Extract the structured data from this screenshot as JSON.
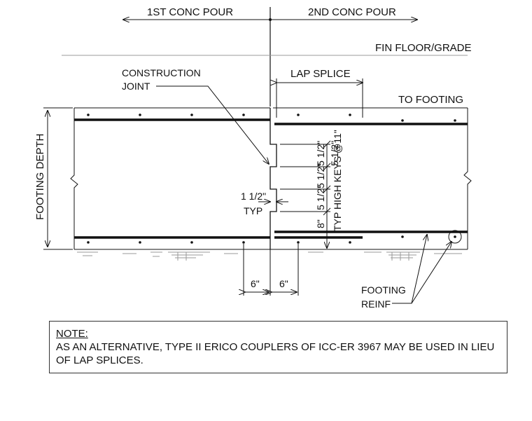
{
  "labels": {
    "pour1": "1ST CONC POUR",
    "pour2": "2ND CONC POUR",
    "grade": "FIN FLOOR/GRADE",
    "lap_splice": "LAP SPLICE",
    "to_footing": "TO FOOTING",
    "joint_line1": "CONSTRUCTION",
    "joint_line2": "JOINT",
    "footing_depth": "FOOTING DEPTH",
    "key_depth": "1 1/2\"",
    "typ": "TYP",
    "dim_left": "6\"",
    "dim_right": "6\"",
    "reinf_line1": "FOOTING",
    "reinf_line2": "REINF",
    "v_dims": [
      "5 1/2\"",
      "5 1/2\"",
      "5 1/2\"",
      "5 1/2\"",
      "8\""
    ],
    "typ_keys": "TYP HIGH KEYS @11\""
  },
  "note": {
    "title": "NOTE:",
    "text": "AS AN ALTERNATIVE, TYPE II ERICO COUPLERS OF ICC-ER 3967 MAY BE USED IN LIEU OF LAP SPLICES."
  }
}
